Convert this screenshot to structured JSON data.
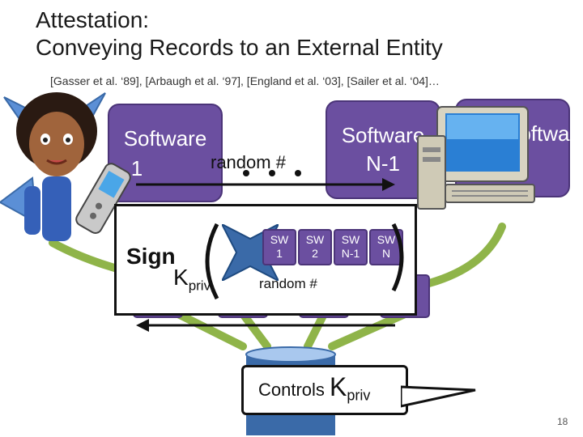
{
  "slide": {
    "title_line1": "Attestation:",
    "title_line2": "Conveying Records to an External Entity",
    "citations": "[Gasser et al. ‘89], [Arbaugh et al. ‘97], [England et al. ‘03], [Sailer et al. ‘04]…",
    "page_number": "18"
  },
  "software": {
    "sw1_line1": "Software",
    "sw1_line2": "1",
    "swn1_line1": "Software",
    "swn1_line2": "N-1",
    "swn_line1": "Software"
  },
  "nonce_label": "random #",
  "sign": {
    "sign_word": "Sign",
    "key_letter": "K",
    "key_sub": "priv",
    "chips": [
      {
        "l1": "SW",
        "l2": "1"
      },
      {
        "l1": "SW",
        "l2": "2"
      },
      {
        "l1": "SW",
        "l2": "N-1"
      },
      {
        "l1": "SW",
        "l2": "N"
      }
    ],
    "nonce": "random #"
  },
  "controls": {
    "text": "Controls ",
    "key_letter": "K",
    "key_sub": "priv"
  },
  "colors": {
    "purple": "#6b4fa0",
    "green": "#8fb449",
    "db_blue": "#3a6aa8"
  }
}
